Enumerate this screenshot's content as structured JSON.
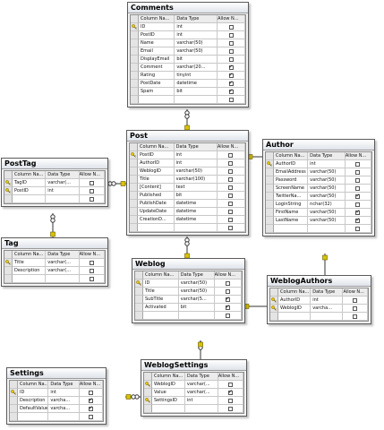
{
  "header": {
    "col_name": "Column Na...",
    "data_type": "Data Type",
    "allow_nulls": "Allow N..."
  },
  "tables": [
    {
      "id": "comments",
      "title": "Comments",
      "dtw": 1.2,
      "rows": [
        {
          "name": "ID",
          "type": "int",
          "nulls": false,
          "key": true
        },
        {
          "name": "PostID",
          "type": "int",
          "nulls": false
        },
        {
          "name": "Name",
          "type": "varchar(50)",
          "nulls": false
        },
        {
          "name": "Email",
          "type": "varchar(50)",
          "nulls": false
        },
        {
          "name": "DisplayEmail",
          "type": "bit",
          "nulls": false
        },
        {
          "name": "Comment",
          "type": "varchar(20...",
          "nulls": true
        },
        {
          "name": "Rating",
          "type": "tinyint",
          "nulls": true
        },
        {
          "name": "PostDate",
          "type": "datetime",
          "nulls": true
        },
        {
          "name": "Spam",
          "type": "bit",
          "nulls": true
        },
        {
          "name": "",
          "type": "",
          "nulls": false
        }
      ]
    },
    {
      "id": "post",
      "title": "Post",
      "dtw": 1.2,
      "rows": [
        {
          "name": "PostID",
          "type": "int",
          "nulls": false,
          "key": true
        },
        {
          "name": "AuthorID",
          "type": "int",
          "nulls": false
        },
        {
          "name": "WeblogID",
          "type": "varchar(50)",
          "nulls": false
        },
        {
          "name": "Title",
          "type": "varchar(100)",
          "nulls": false
        },
        {
          "name": "[Content]",
          "type": "text",
          "nulls": false
        },
        {
          "name": "Published",
          "type": "bit",
          "nulls": false
        },
        {
          "name": "PublishDate",
          "type": "datetime",
          "nulls": false
        },
        {
          "name": "UpdateDate",
          "type": "datetime",
          "nulls": false
        },
        {
          "name": "CreationD...",
          "type": "datetime",
          "nulls": false
        },
        {
          "name": "",
          "type": "",
          "nulls": false
        }
      ]
    },
    {
      "id": "author",
      "title": "Author",
      "dtw": 1.1,
      "rows": [
        {
          "name": "AuthorID",
          "type": "int",
          "nulls": false,
          "key": true
        },
        {
          "name": "EmailAddress",
          "type": "varchar(50)",
          "nulls": false
        },
        {
          "name": "Password",
          "type": "varchar(50)",
          "nulls": false
        },
        {
          "name": "ScreenName",
          "type": "varchar(50)",
          "nulls": false
        },
        {
          "name": "TwitterNa...",
          "type": "varchar(50)",
          "nulls": true
        },
        {
          "name": "LoginString",
          "type": "nchar(32)",
          "nulls": false
        },
        {
          "name": "FirstName",
          "type": "varchar(50)",
          "nulls": true
        },
        {
          "name": "LastName",
          "type": "varchar(50)",
          "nulls": true
        },
        {
          "name": "",
          "type": "",
          "nulls": false
        }
      ]
    },
    {
      "id": "posttag",
      "title": "PostTag",
      "dtw": 1.0,
      "rows": [
        {
          "name": "TagID",
          "type": "varchar(...",
          "nulls": false,
          "key": true
        },
        {
          "name": "PostID",
          "type": "int",
          "nulls": false,
          "key": true
        },
        {
          "name": "",
          "type": "",
          "nulls": false
        }
      ]
    },
    {
      "id": "tag",
      "title": "Tag",
      "dtw": 1.0,
      "rows": [
        {
          "name": "Title",
          "type": "varchar(...",
          "nulls": false,
          "key": true
        },
        {
          "name": "Description",
          "type": "varchar(...",
          "nulls": false
        },
        {
          "name": "",
          "type": "",
          "nulls": false
        }
      ]
    },
    {
      "id": "weblog",
      "title": "Weblog",
      "dtw": 1.0,
      "rows": [
        {
          "name": "ID",
          "type": "varchar(50)",
          "nulls": false,
          "key": true
        },
        {
          "name": "Title",
          "type": "varchar(50)",
          "nulls": false
        },
        {
          "name": "SubTitle",
          "type": "varchar(5...",
          "nulls": true
        },
        {
          "name": "Activated",
          "type": "bit",
          "nulls": true
        },
        {
          "name": "",
          "type": "",
          "nulls": false
        }
      ]
    },
    {
      "id": "weblogauthors",
      "title": "WeblogAuthors",
      "dtw": 1.0,
      "rows": [
        {
          "name": "AuthorID",
          "type": "int",
          "nulls": false,
          "key": true
        },
        {
          "name": "WeblogID",
          "type": "varcha...",
          "nulls": false,
          "key": true
        },
        {
          "name": "",
          "type": "",
          "nulls": false
        }
      ]
    },
    {
      "id": "settings",
      "title": "Settings",
      "dtw": 1.0,
      "rows": [
        {
          "name": "ID",
          "type": "int",
          "nulls": false,
          "key": true
        },
        {
          "name": "Description",
          "type": "varcha...",
          "nulls": true
        },
        {
          "name": "DefaultValue",
          "type": "varcha...",
          "nulls": true
        },
        {
          "name": "",
          "type": "",
          "nulls": false
        }
      ]
    },
    {
      "id": "weblogsettings",
      "title": "WeblogSettings",
      "dtw": 1.0,
      "rows": [
        {
          "name": "WeblogID",
          "type": "varchar(...",
          "nulls": false,
          "key": true
        },
        {
          "name": "Value",
          "type": "varchar(...",
          "nulls": true
        },
        {
          "name": "SettingsID",
          "type": "int",
          "nulls": false,
          "key": true
        },
        {
          "name": "",
          "type": "",
          "nulls": false
        }
      ]
    }
  ],
  "relationships": [
    {
      "from": "comments",
      "to": "post"
    },
    {
      "from": "posttag",
      "to": "post"
    },
    {
      "from": "posttag",
      "to": "tag"
    },
    {
      "from": "post",
      "to": "weblog"
    },
    {
      "from": "post",
      "to": "author"
    },
    {
      "from": "weblogauthors",
      "to": "author"
    },
    {
      "from": "weblogauthors",
      "to": "weblog"
    },
    {
      "from": "weblogsettings",
      "to": "weblog"
    },
    {
      "from": "weblogsettings",
      "to": "settings"
    }
  ]
}
